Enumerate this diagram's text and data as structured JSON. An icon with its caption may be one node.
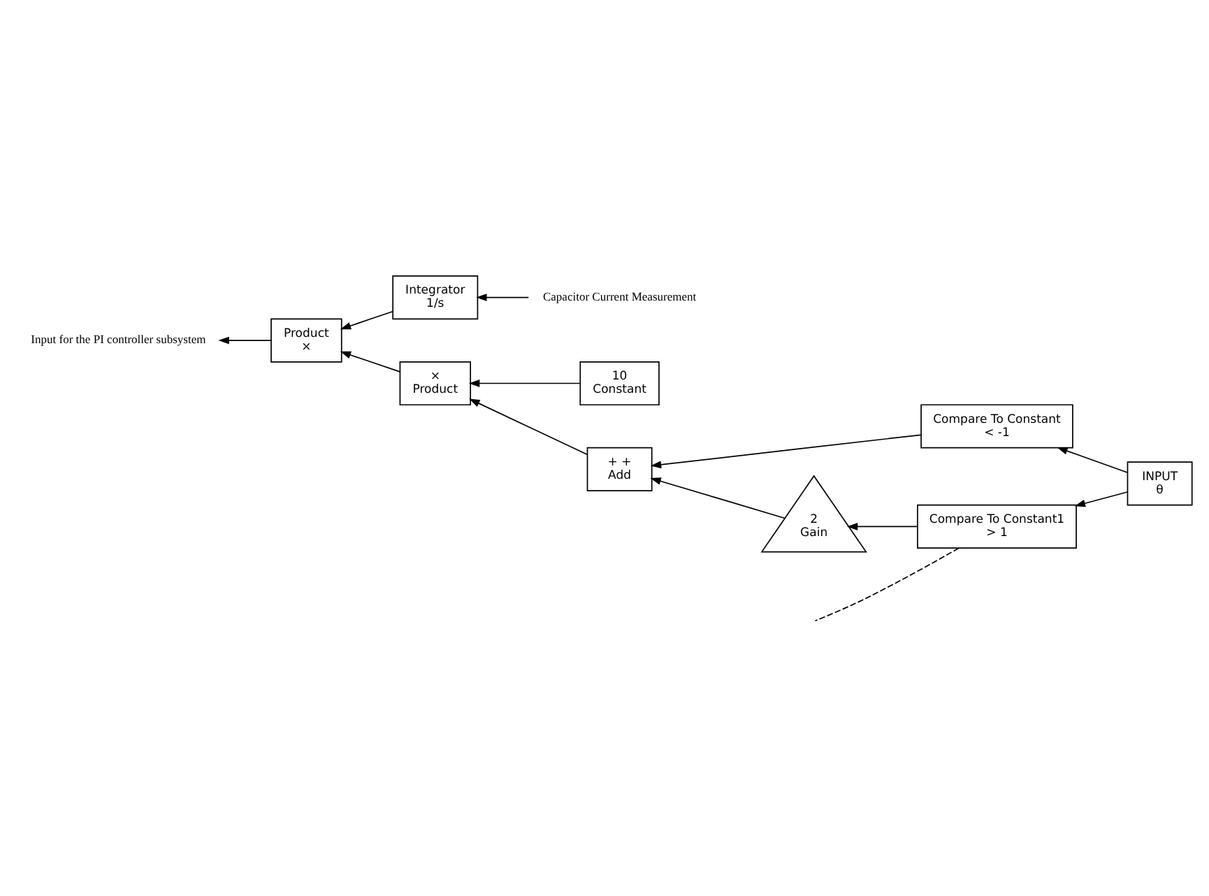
{
  "diagram": {
    "nodes": [
      {
        "text": [
          "Capacitor Current Measurement"
        ]
      },
      {
        "text": [
          "Integrator",
          "1/s"
        ]
      },
      {
        "text": [
          "Product",
          "×"
        ]
      },
      {
        "text": [
          "Input for the PI controller subsystem"
        ]
      },
      {
        "text": [
          "10",
          "Constant"
        ]
      },
      {
        "text": [
          "×",
          "Product"
        ]
      },
      {
        "text": [
          "+ +",
          "Add"
        ]
      },
      {
        "text": [
          "2",
          "Gain"
        ]
      },
      {
        "text": [
          "Compare To Constant",
          "< -1"
        ]
      },
      {
        "text": [
          "Compare To Constant1",
          "> 1"
        ]
      },
      {
        "text": [
          "INPUT",
          "θ"
        ]
      }
    ],
    "edges": [
      {
        "from": 0,
        "to": 1,
        "arrow": "to"
      },
      {
        "from": 1,
        "to": 2,
        "arrow": "to"
      },
      {
        "from": 5,
        "to": 2,
        "arrow": "to"
      },
      {
        "from": 2,
        "to": 3,
        "arrow": "to"
      },
      {
        "from": 4,
        "to": 5,
        "arrow": "to"
      },
      {
        "from": 6,
        "to": 5,
        "arrow": "to"
      },
      {
        "from": 7,
        "to": 6,
        "arrow": "to"
      },
      {
        "from": 8,
        "to": 6,
        "arrow": "to"
      },
      {
        "from": 9,
        "to": 7,
        "arrow": "to"
      },
      {
        "from": 10,
        "to": 8,
        "arrow": "to"
      },
      {
        "from": 10,
        "to": 9,
        "arrow": "to"
      },
      {
        "from": 9,
        "to": null,
        "arrow": "none",
        "style": "dashed"
      }
    ]
  }
}
